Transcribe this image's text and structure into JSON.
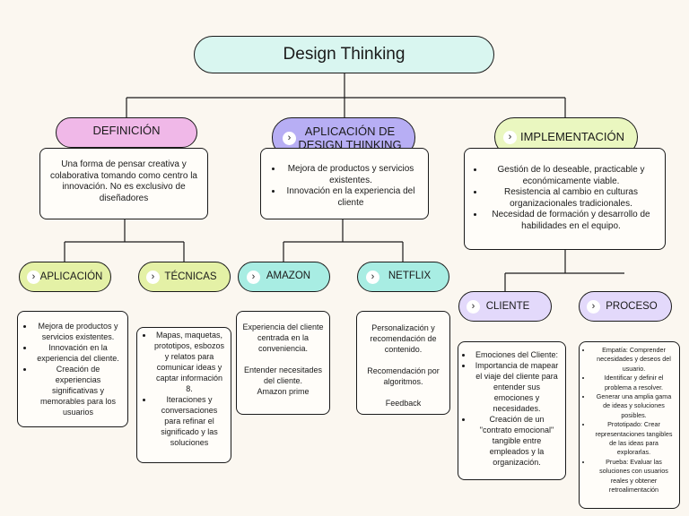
{
  "root": {
    "title": "Design Thinking"
  },
  "definicion": {
    "label": "DEFINICIÓN",
    "text": "Una forma de pensar creativa y colaborativa tomando como centro la innovación. No es exclusivo de diseñadores",
    "aplicacion": {
      "label": "APLICACIÓN",
      "items": [
        "Mejora de productos y servicios existentes.",
        "Innovación en la experiencia del cliente.",
        "Creación de experiencias significativas y memorables para los usuarios"
      ]
    },
    "tecnicas": {
      "label": "TÉCNICAS",
      "items": [
        "Mapas, maquetas, prototipos, esbozos y relatos para comunicar ideas y captar información 8.",
        "Iteraciones y conversaciones para refinar el significado y las soluciones"
      ]
    }
  },
  "aplicacion_dt": {
    "label_line1": "APLICACIÓN DE",
    "label_line2": "DESIGN THINKING",
    "items": [
      "Mejora de productos y servicios existentes.",
      "Innovación en la experiencia del cliente"
    ],
    "amazon": {
      "label": "AMAZON",
      "line1": "Experiencia del cliente centrada en la conveniencia.",
      "line2": "Entender necesitades del cliente.",
      "line3": "Amazon prime"
    },
    "netflix": {
      "label": "NETFLIX",
      "line1": "Personalización y recomendación de contenido.",
      "line2": "Recomendación por algoritmos.",
      "line3": "Feedback"
    }
  },
  "implementacion": {
    "label": "IMPLEMENTACIÓN",
    "items": [
      "Gestión de lo deseable, practicable y económicamente viable.",
      "Resistencia al cambio en culturas organizacionales tradicionales.",
      "Necesidad de formación y desarrollo de habilidades en el equipo."
    ],
    "cliente": {
      "label": "CLIENTE",
      "items": [
        "Emociones del Cliente:",
        "Importancia de mapear el viaje del cliente para entender sus emociones y necesidades.",
        "Creación de un \"contrato emocional\" tangible entre empleados y la organización."
      ]
    },
    "proceso": {
      "label": "PROCESO",
      "items": [
        "Empatía: Comprender necesidades y deseos del usuario.",
        "Identificar y definir el problema a resolver.",
        "Generar una amplia gama de ideas y soluciones posibles.",
        "Prototipado: Crear representaciones tangibles de las ideas para explorarlas.",
        "Prueba: Evaluar las soluciones con usuarios reales y obtener retroalimentación"
      ]
    }
  },
  "colors": {
    "background": "#fbf7f0",
    "root": "#d9f6f0",
    "definicion": "#f0b8e8",
    "aplicacion_dt": "#b7aef4",
    "implementacion": "#eaf7c0",
    "lime": "#e4f1a6",
    "cyan": "#a8ede3",
    "lavender": "#e3d9fb",
    "chevron": "chevron-right-icon"
  }
}
